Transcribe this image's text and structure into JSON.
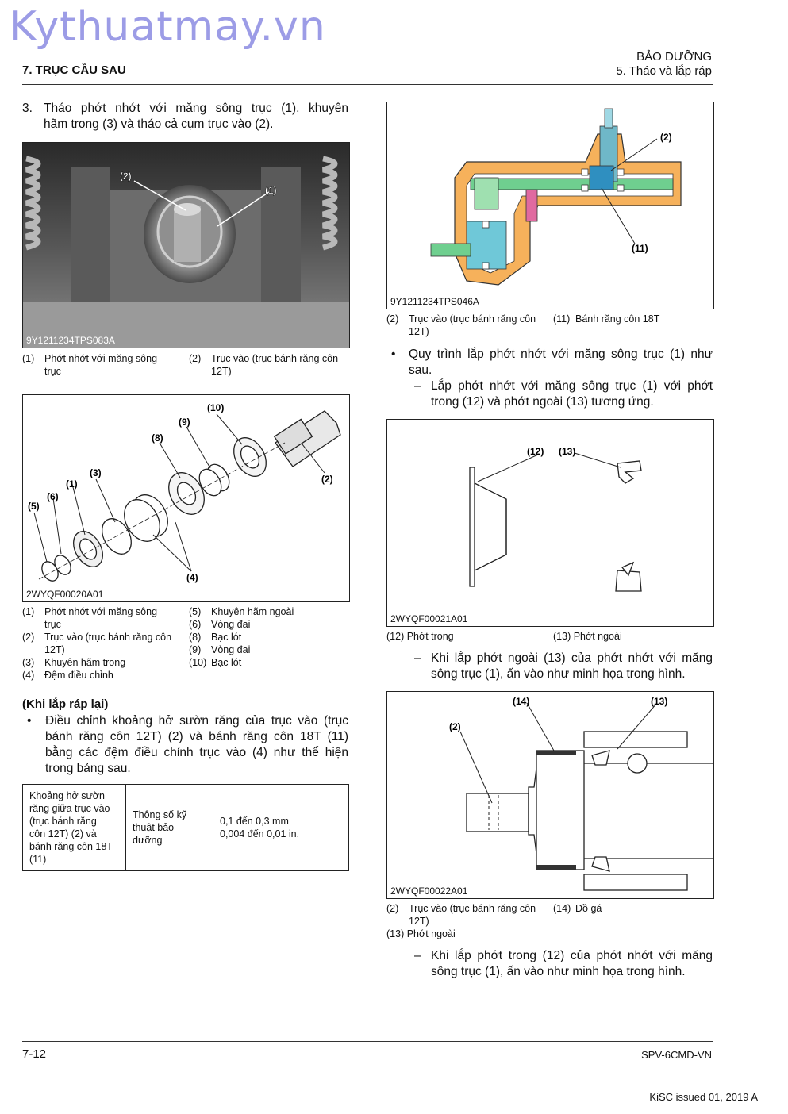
{
  "watermark": "Kythuatmay.vn",
  "header": {
    "chapter": "7. TRỤC CẦU SAU",
    "section": "BẢO DƯỠNG",
    "subsection": "5. Tháo và lắp ráp"
  },
  "step3": {
    "number": "3.",
    "line1": "Tháo phớt nhớt với măng sông trục (1), khuyên",
    "line2": "hãm trong (3) và tháo cả cụm trục vào (2)."
  },
  "fig1": {
    "code": "9Y1211234TPS083A",
    "callouts": [
      "(2)",
      "(1)"
    ],
    "captions": [
      {
        "num": "(1)",
        "l1": "Phớt nhớt với măng sông",
        "l2": "trục"
      },
      {
        "num": "(2)",
        "l1": "Trục vào (trục bánh răng côn",
        "l2": "12T)"
      }
    ]
  },
  "fig2": {
    "code": "2WYQF00020A01",
    "callouts": [
      "(10)",
      "(9)",
      "(8)",
      "(3)",
      "(1)",
      "(6)",
      "(5)",
      "(2)",
      "(4)"
    ],
    "captions_left": [
      {
        "num": "(1)",
        "l1": "Phớt nhớt với măng sông",
        "l2": "trục"
      },
      {
        "num": "(2)",
        "l1": "Trục vào (trục bánh răng côn",
        "l2": "12T)"
      },
      {
        "num": "(3)",
        "l1": "Khuyên hãm trong",
        "l2": ""
      },
      {
        "num": "(4)",
        "l1": "Đệm điều chỉnh",
        "l2": ""
      }
    ],
    "captions_right": [
      {
        "num": "(5)",
        "l1": "Khuyên hãm ngoài"
      },
      {
        "num": "(6)",
        "l1": "Vòng đai"
      },
      {
        "num": "(8)",
        "l1": "Bạc lót"
      },
      {
        "num": "(9)",
        "l1": "Vòng đai"
      },
      {
        "num": "(10)",
        "l1": "Bạc lót"
      }
    ]
  },
  "reassembly": {
    "heading": "(Khi lắp ráp lại)",
    "bullet": "•",
    "lines": [
      "Điều chỉnh khoảng hở sườn răng của trục vào (trục",
      "bánh răng côn 12T) (2) và bánh răng côn 18T (11)",
      "bằng các đệm điều chỉnh trục vào (4) như thể hiện",
      "trong bảng sau."
    ]
  },
  "spec_table": {
    "col1": [
      "Khoảng hở sườn",
      "răng giữa trục vào",
      "(trục bánh răng",
      "côn 12T) (2) và",
      "bánh răng côn 18T",
      "(11)"
    ],
    "col2": [
      "Thông số kỹ",
      "thuật bảo",
      "dưỡng"
    ],
    "col3": [
      "0,1 đến 0,3 mm",
      "0,004 đến 0,01 in."
    ]
  },
  "fig3": {
    "code": "9Y1211234TPS046A",
    "callouts": [
      "(2)",
      "(11)"
    ],
    "captions": [
      {
        "num": "(2)",
        "l1": "Trục vào (trục bánh răng côn",
        "l2": "12T)"
      },
      {
        "num": "(11)",
        "l1": "Bánh răng côn 18T",
        "l2": ""
      }
    ]
  },
  "procedure": {
    "bullet": "•",
    "line1": "Quy trình lắp phớt nhớt với măng sông trục (1) như",
    "line2": "sau.",
    "dash": "–",
    "sub1": "Lắp phớt nhớt với măng sông trục (1) với phớt",
    "sub2": "trong (12) và phớt ngoài (13) tương ứng."
  },
  "fig4": {
    "code": "2WYQF00021A01",
    "callouts": [
      "(12)",
      "(13)"
    ],
    "cap_left": "(12) Phớt trong",
    "cap_right": "(13) Phớt ngoài"
  },
  "outer_seal_note": {
    "dash": "–",
    "l1": "Khi lắp phớt ngoài (13) của phớt nhớt với măng",
    "l2": "sông trục (1), ấn vào như minh họa trong hình."
  },
  "fig5": {
    "code": "2WYQF00022A01",
    "callouts": [
      "(14)",
      "(13)",
      "(2)"
    ],
    "captions": [
      {
        "num": "(2)",
        "l1": "Trục vào (trục bánh răng côn",
        "l2": "12T)"
      },
      {
        "num": "(14)",
        "l1": "Đồ gá",
        "l2": ""
      }
    ],
    "caption3": "(13) Phớt ngoài"
  },
  "inner_seal_note": {
    "dash": "–",
    "l1": "Khi lắp phớt trong (12) của phớt nhớt với măng",
    "l2": "sông trục (1), ấn vào như minh họa trong hình."
  },
  "footer": {
    "page": "7-12",
    "doc": "SPV-6CMD-VN",
    "issued": "KiSC issued 01, 2019 A"
  }
}
